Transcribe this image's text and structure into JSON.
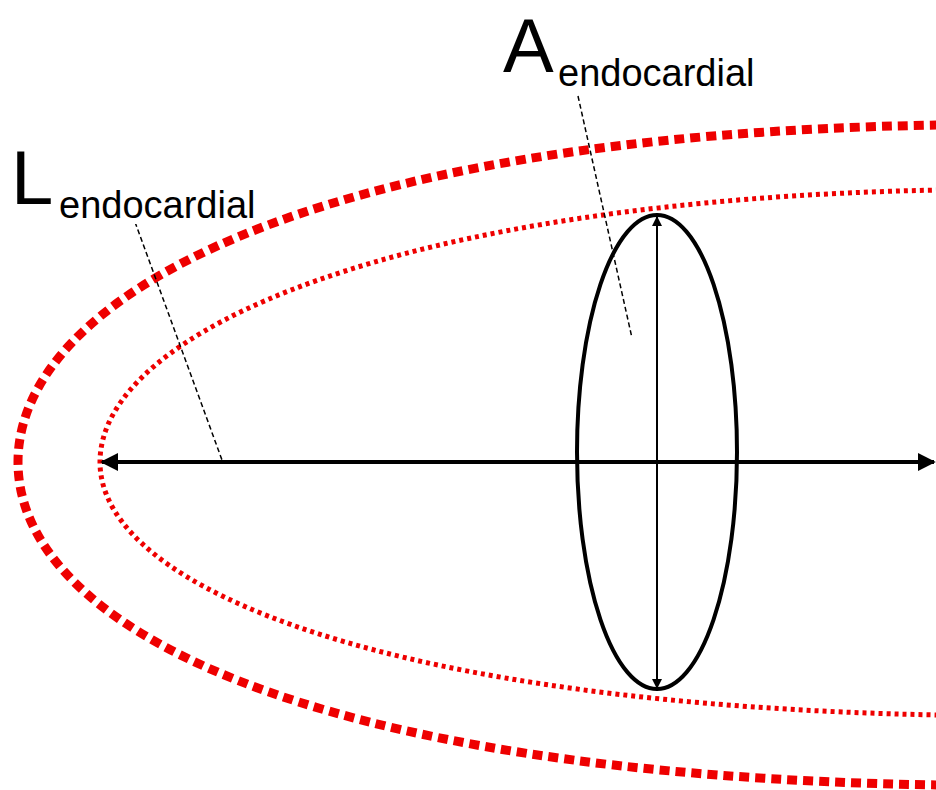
{
  "diagram": {
    "labels": [
      "L",
      "endocardial",
      "A",
      "endocardial"
    ]
  }
}
